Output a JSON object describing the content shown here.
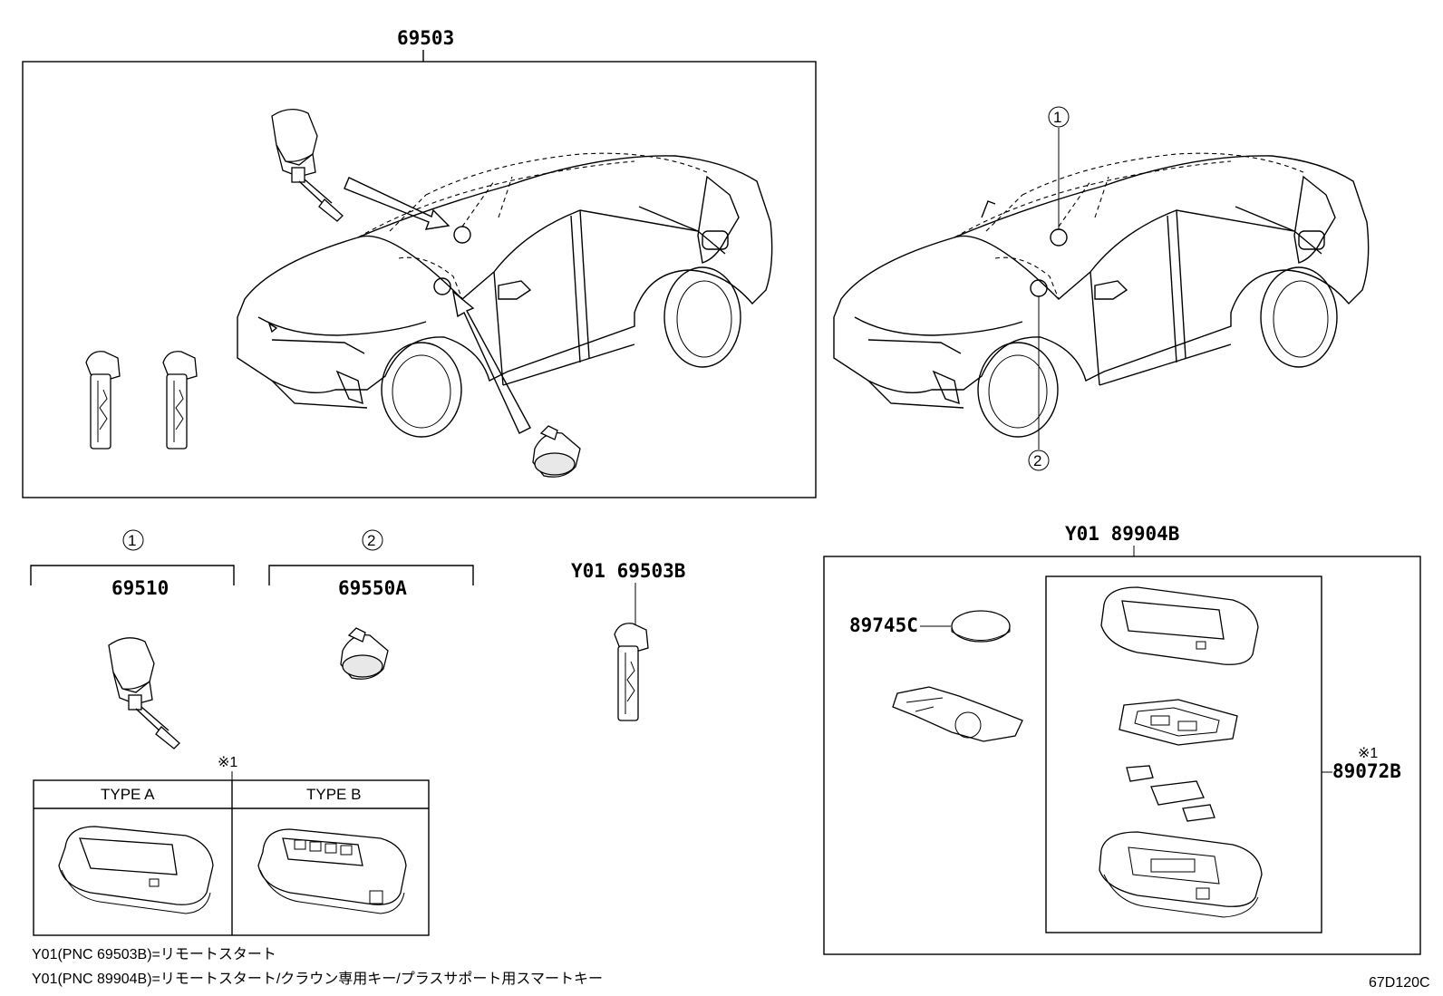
{
  "labels": {
    "top_assembly": "69503",
    "ref1_symbol": "①",
    "ref2_symbol": "②",
    "part_69510": "69510",
    "part_69550a": "69550A",
    "part_69503b": "Y01 69503B",
    "part_89904b": "Y01 89904B",
    "part_89745c": "89745C",
    "part_89072b": "89072B",
    "note_mark": "※1",
    "note_mark_right": "※1",
    "diagram_code": "67D120C"
  },
  "type_table": {
    "mark": "※1",
    "col_a": "TYPE A",
    "col_b": "TYPE B"
  },
  "footnotes": [
    "Y01(PNC 69503B)=リモートスタート",
    "Y01(PNC 89904B)=リモートスタート/クラウン専用キー/プラスサポート用スマートキー"
  ]
}
